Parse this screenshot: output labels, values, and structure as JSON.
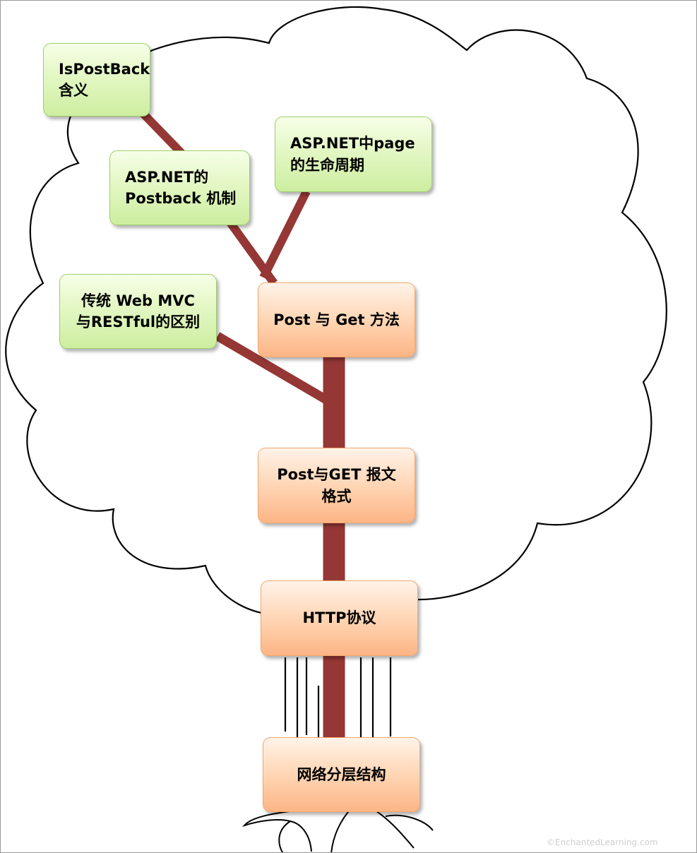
{
  "nodes": {
    "ispostback": "IsPostBack\n含义",
    "postback_mechanism": "ASP.NET的\nPostback 机制",
    "page_lifecycle": "ASP.NET中page\n的生命周期",
    "mvc_rest": "传统 Web MVC\n与RESTful的区别",
    "post_get_method": "Post 与 Get 方法",
    "message_format": "Post与GET 报文\n格式",
    "http": "HTTP协议",
    "network_layers": "网络分层结构"
  },
  "credit": "©EnchantedLearning.com",
  "colors": {
    "trunk": "#953735",
    "outline": "#000000",
    "green_fill": "#e3f7c4",
    "orange_fill": "#ffd6b5"
  }
}
